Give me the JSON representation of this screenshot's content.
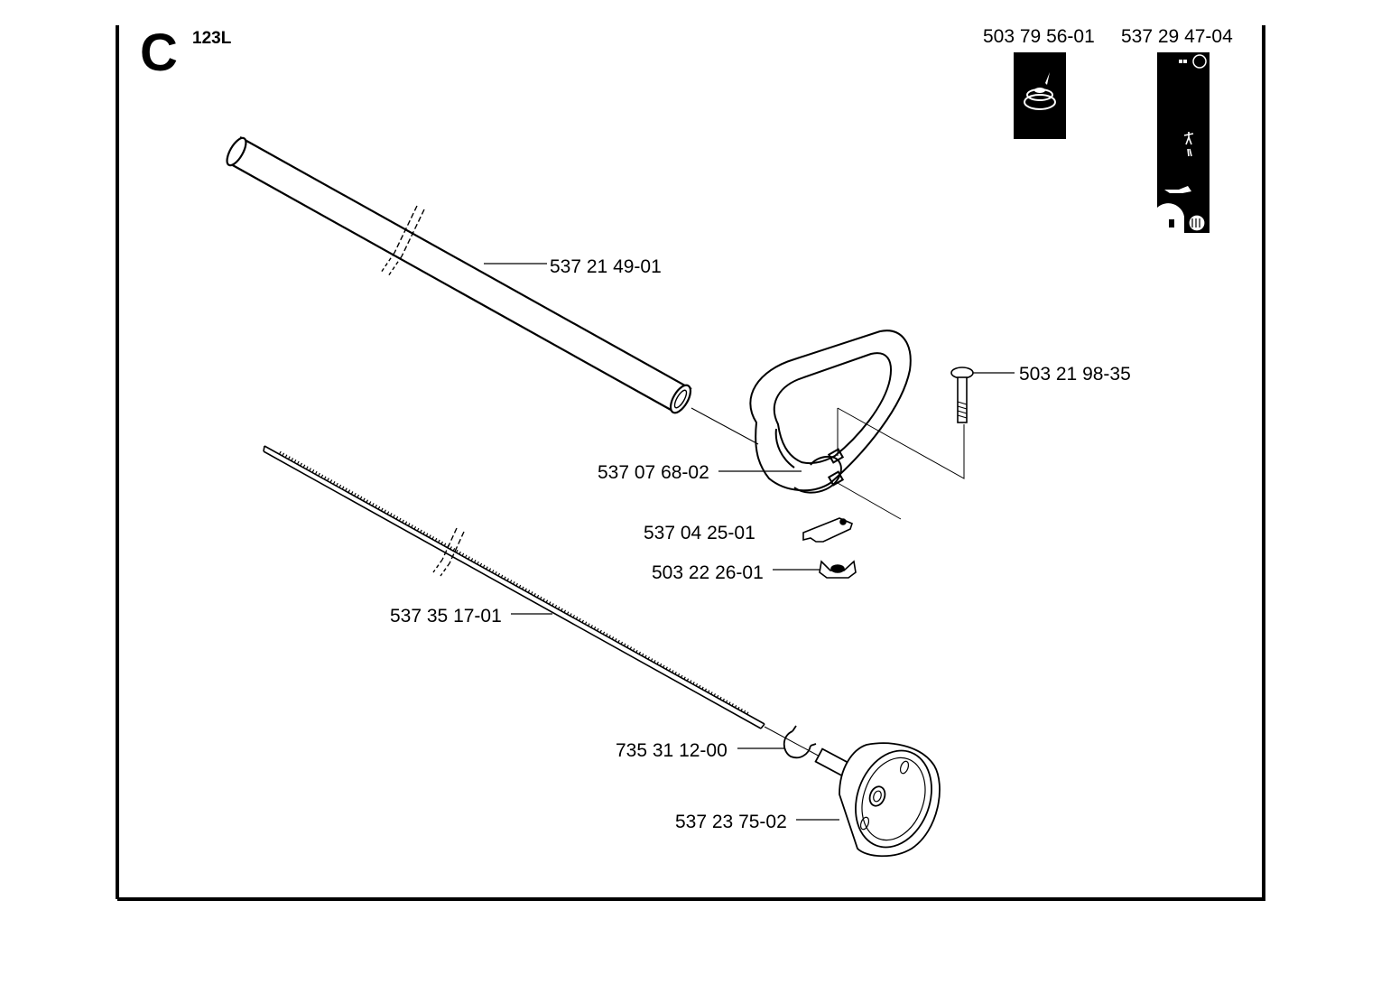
{
  "header": {
    "section_letter": "C",
    "model": "123L",
    "accessory_1_part": "503 79 56-01",
    "accessory_2_part": "537 29 47-04"
  },
  "parts": {
    "shaft_tube": "537 21 49-01",
    "handle_bolt": "503 21 98-35",
    "loop_handle": "537 07 68-02",
    "handle_bracket": "537 04 25-01",
    "wing_nut": "503 22 26-01",
    "drive_shaft": "537 35 17-01",
    "circlip": "735 31 12-00",
    "clutch_drum": "537 23 75-02"
  },
  "icons": {
    "accessory_1": "trimmer-head-spool-icon",
    "accessory_2": "manual-booklet-icon"
  }
}
